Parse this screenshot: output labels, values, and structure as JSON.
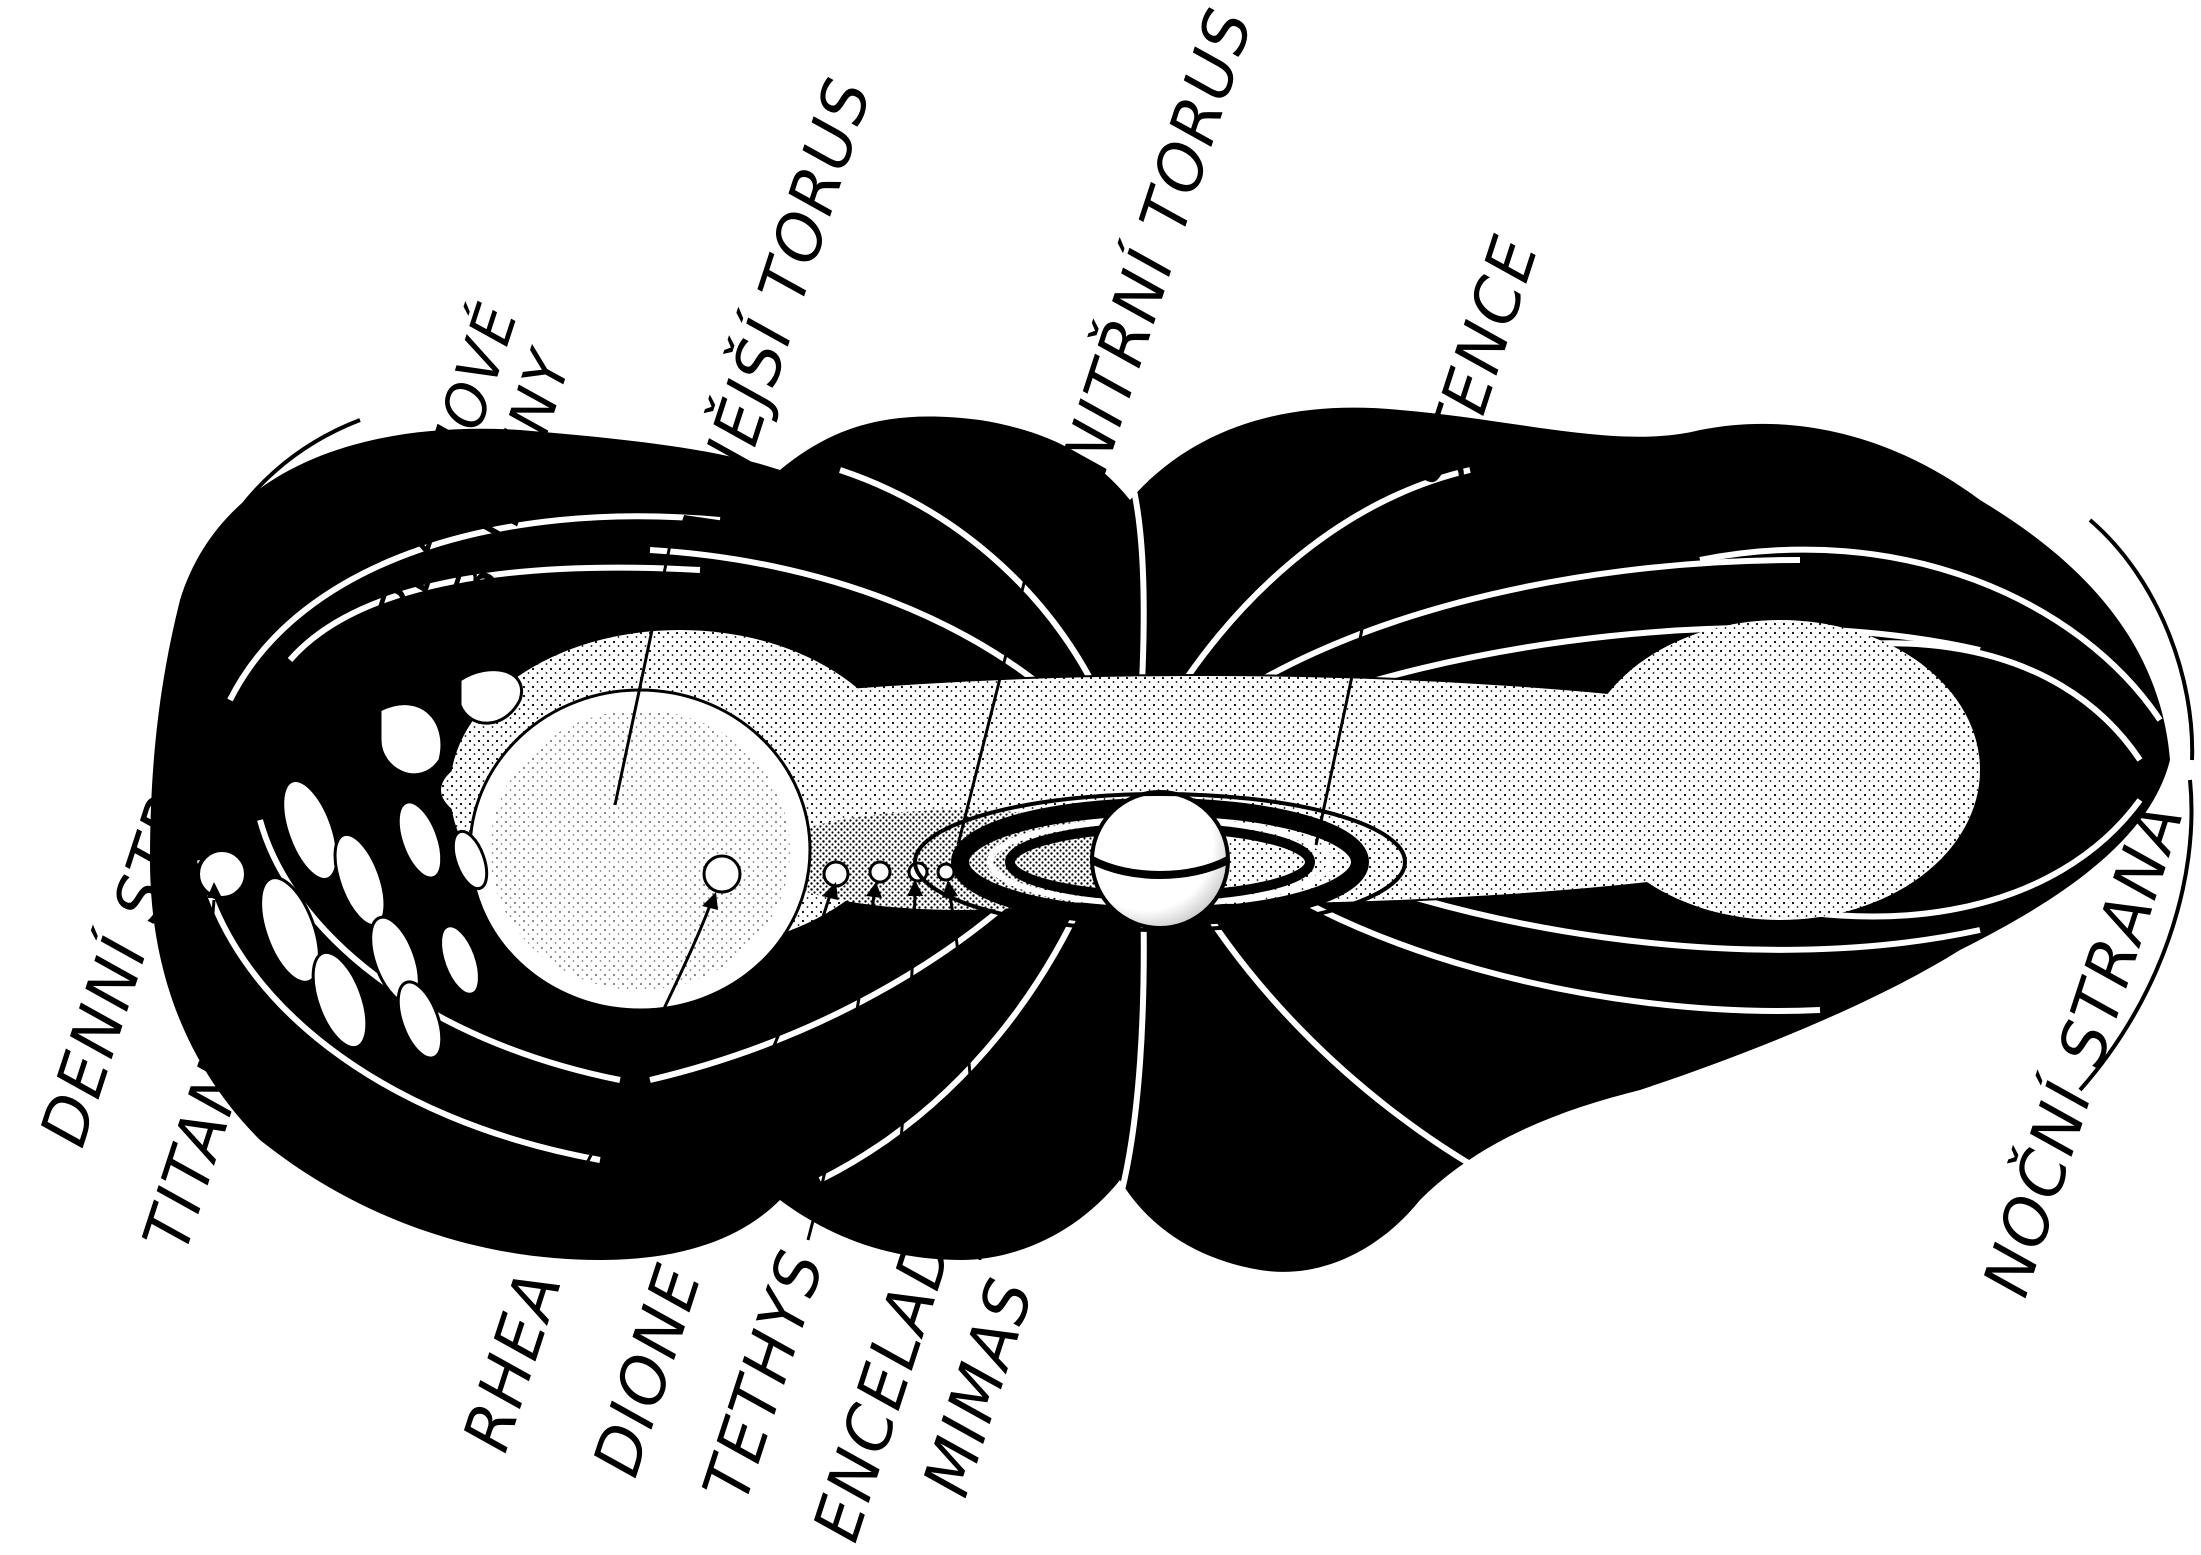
{
  "labels": {
    "day_side": "DENNÍ STRANA",
    "night_side": "NOČNÍ STRANA",
    "titan": "TITAN",
    "plasma_bubbles_line1": "PLAZMOVÉ",
    "plasma_bubbles_line2": "BUBLINY",
    "outer_torus": "VNĚJŠÍ TORUS",
    "inner_torus": "VNITŘNÍ TORUS",
    "rings": "PRSTENCE",
    "rhea": "RHEA",
    "dione": "DIONE",
    "tethys": "TETHYS",
    "enceladus": "ENCELADUS",
    "mimas": "MIMAS"
  },
  "colors": {
    "ink": "#000000",
    "paper": "#ffffff"
  }
}
